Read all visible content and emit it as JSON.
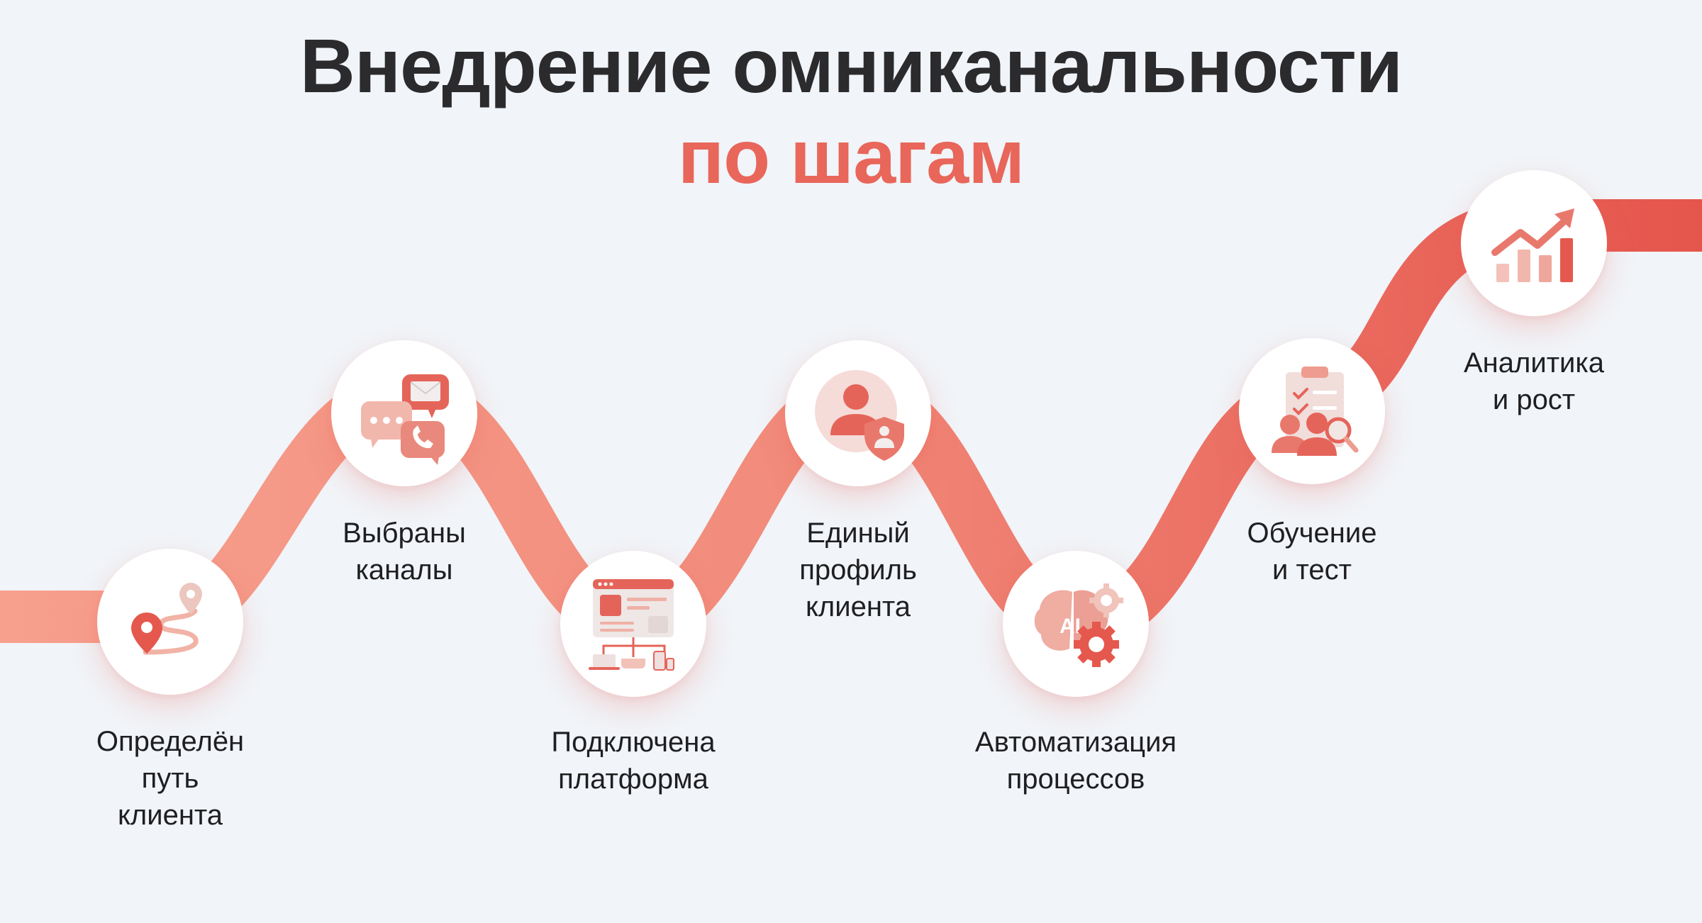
{
  "header": {
    "title": "Внедрение омниканальности",
    "subtitle": "по шагам"
  },
  "colors": {
    "background": "#F1F4F8",
    "title": "#2B2B2D",
    "accent": "#E8665A",
    "ribbon_start": "#F7A08E",
    "ribbon_end": "#E5554C"
  },
  "steps": [
    {
      "icon": "route-map-pin-icon",
      "lines": [
        "Определён",
        "путь",
        "клиента"
      ]
    },
    {
      "icon": "chat-channels-icon",
      "lines": [
        "Выбраны",
        "каналы"
      ]
    },
    {
      "icon": "platform-network-icon",
      "lines": [
        "Подключена",
        "платформа"
      ]
    },
    {
      "icon": "user-profile-shield-icon",
      "lines": [
        "Единый",
        "профиль",
        "клиента"
      ]
    },
    {
      "icon": "ai-brain-gears-icon",
      "lines": [
        "Автоматизация",
        "процессов"
      ]
    },
    {
      "icon": "clipboard-team-search-icon",
      "lines": [
        "Обучение",
        "и тест"
      ]
    },
    {
      "icon": "growth-chart-icon",
      "lines": [
        "Аналитика",
        "и рост"
      ]
    }
  ]
}
